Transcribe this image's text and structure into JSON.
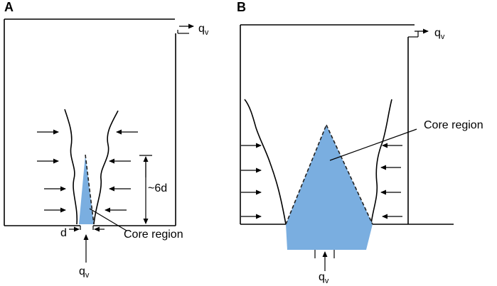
{
  "panels": {
    "a": {
      "label": "A",
      "outflow": {
        "symbol": "q",
        "subscript": "v"
      },
      "inflow": {
        "symbol": "q",
        "subscript": "v"
      },
      "height_label": "~6d",
      "width_label": "d",
      "core_label": "Core region"
    },
    "b": {
      "label": "B",
      "outflow": {
        "symbol": "q",
        "subscript": "v"
      },
      "inflow": {
        "symbol": "q",
        "subscript": "v"
      },
      "core_label": "Core region"
    }
  },
  "colors": {
    "core_fill": "#7aaee0",
    "lines": "#000000"
  }
}
